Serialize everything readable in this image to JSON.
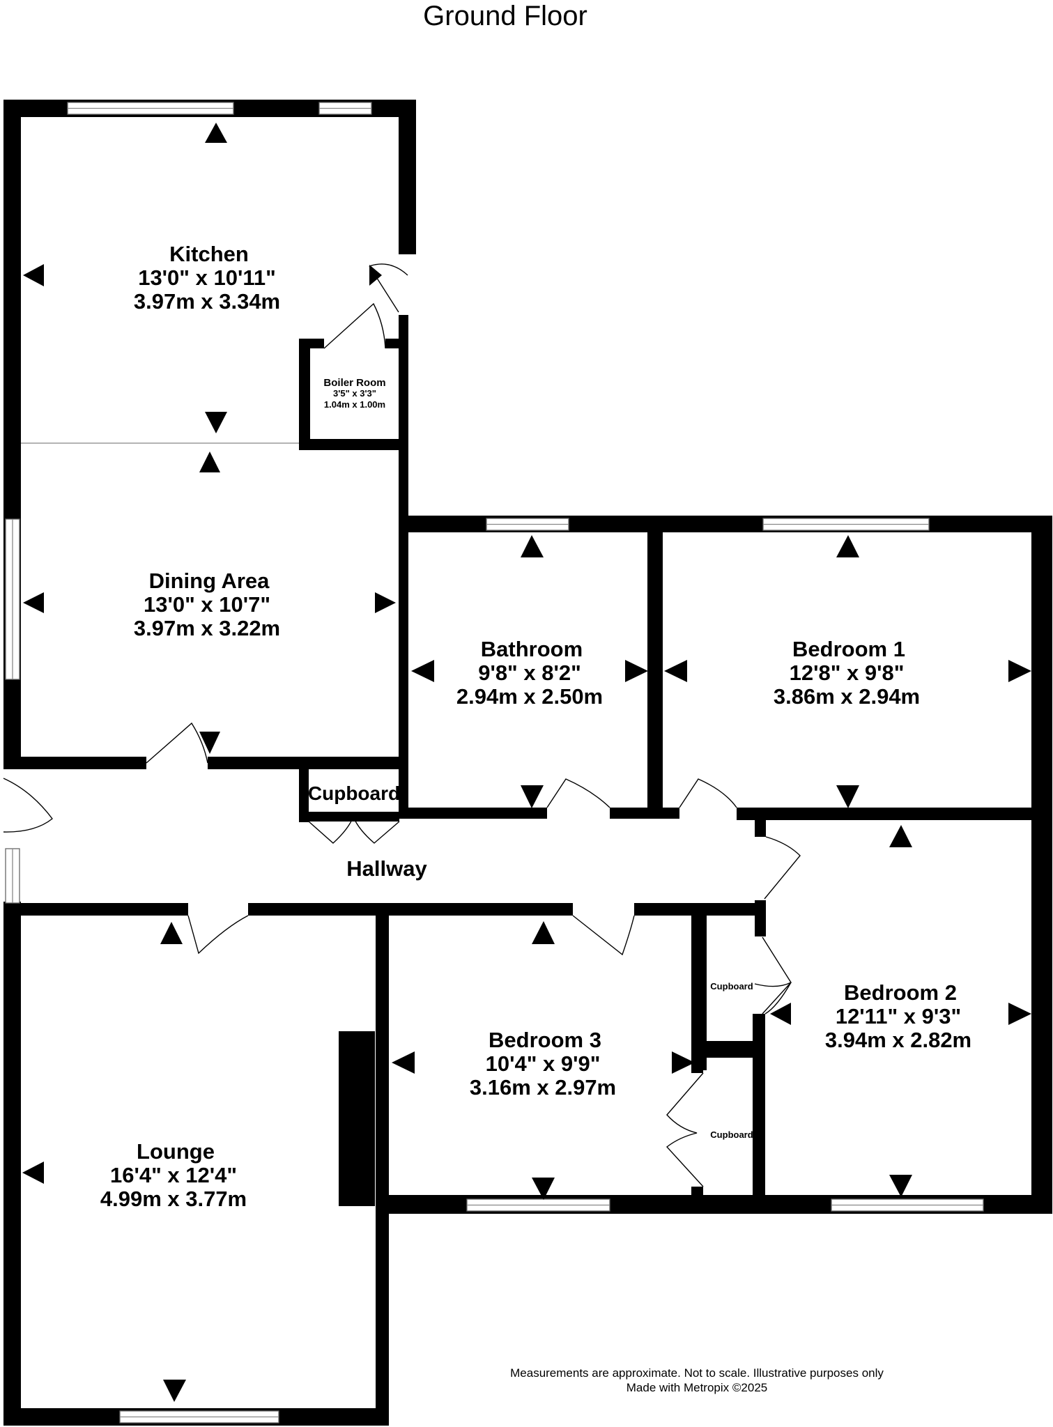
{
  "title": "Ground Floor",
  "rooms": {
    "kitchen": {
      "name": "Kitchen",
      "imperial": "13'0\"  x 10'11\"",
      "metric": "3.97m  x 3.34m"
    },
    "boiler": {
      "name": "Boiler Room",
      "imperial": "3'5\"  x 3'3\"",
      "metric": "1.04m  x 1.00m"
    },
    "dining": {
      "name": "Dining Area",
      "imperial": "13'0\"  x 10'7\"",
      "metric": "3.97m  x 3.22m"
    },
    "bathroom": {
      "name": "Bathroom",
      "imperial": "9'8\"  x 8'2\"",
      "metric": "2.94m  x 2.50m"
    },
    "bedroom1": {
      "name": "Bedroom 1",
      "imperial": "12'8\"  x 9'8\"",
      "metric": "3.86m  x 2.94m"
    },
    "hallway": {
      "name": "Hallway"
    },
    "cupboard_hall": {
      "name": "Cupboard"
    },
    "bedroom3": {
      "name": "Bedroom 3",
      "imperial": "10'4\"  x 9'9\"",
      "metric": "3.16m  x 2.97m"
    },
    "bedroom2": {
      "name": "Bedroom 2",
      "imperial": "12'11\"  x 9'3\"",
      "metric": "3.94m  x 2.82m"
    },
    "cupboard_b2": {
      "name": "Cupboard"
    },
    "cupboard_b3": {
      "name": "Cupboard"
    },
    "lounge": {
      "name": "Lounge",
      "imperial": "16'4\"  x 12'4\"",
      "metric": "4.99m  x 3.77m"
    }
  },
  "footer": {
    "disclaimer": "Measurements are approximate.  Not to scale.  Illustrative purposes only",
    "credit": "Made with Metropix ©2025"
  }
}
